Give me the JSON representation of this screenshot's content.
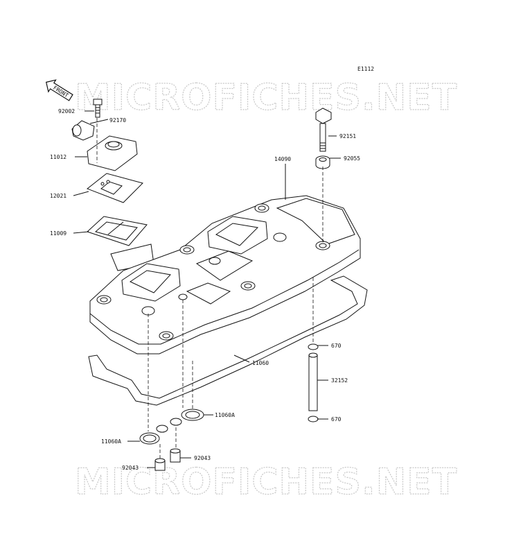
{
  "diagram": {
    "code": "E1112",
    "front_label": "FRONT",
    "watermark": "MICROFICHES.NET",
    "callouts": [
      {
        "id": "92002",
        "text": "92002"
      },
      {
        "id": "92170",
        "text": "92170"
      },
      {
        "id": "11012",
        "text": "11012"
      },
      {
        "id": "12021",
        "text": "12021"
      },
      {
        "id": "11009",
        "text": "11009"
      },
      {
        "id": "92151",
        "text": "92151"
      },
      {
        "id": "92055",
        "text": "92055"
      },
      {
        "id": "14090",
        "text": "14090"
      },
      {
        "id": "670a",
        "text": "670"
      },
      {
        "id": "11060",
        "text": "11060"
      },
      {
        "id": "32152",
        "text": "32152"
      },
      {
        "id": "670b",
        "text": "670"
      },
      {
        "id": "11060Aa",
        "text": "11060A"
      },
      {
        "id": "11060Ab",
        "text": "11060A"
      },
      {
        "id": "92043a",
        "text": "92043"
      },
      {
        "id": "92043b",
        "text": "92043"
      }
    ]
  }
}
